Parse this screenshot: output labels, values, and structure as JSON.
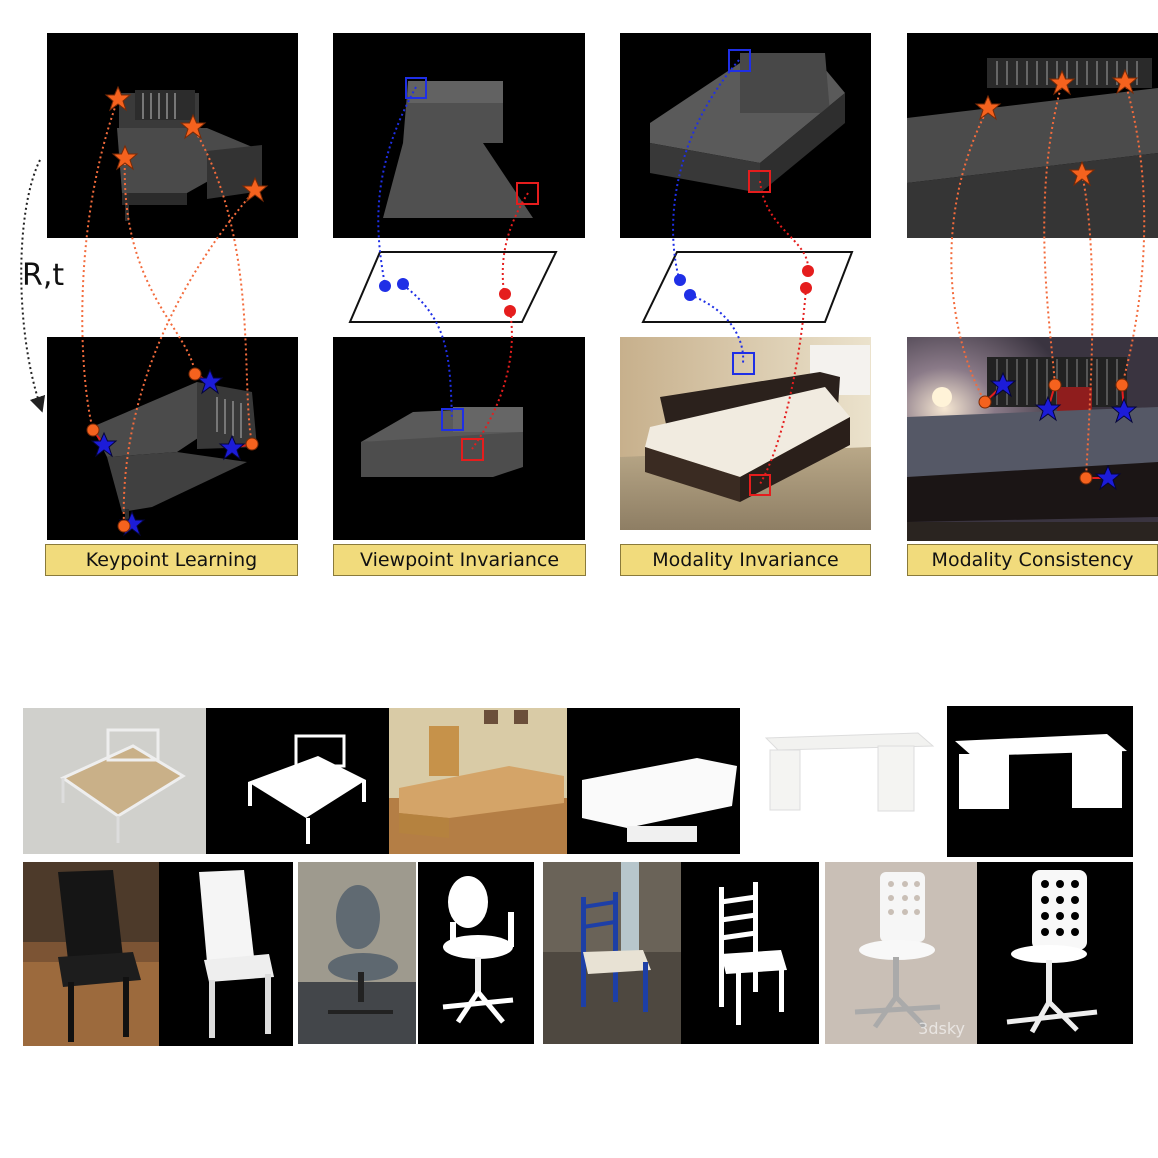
{
  "figure": {
    "transform_label": "R,t",
    "captions": [
      "Keypoint Learning",
      "Viewpoint Invariance",
      "Modality Invariance",
      "Modality Consistency"
    ],
    "watermark": "3dsky"
  },
  "colors": {
    "star_orange": "#f5621e",
    "star_blue": "#1c1cd8",
    "blue_path": "#1f2fe6",
    "red_path": "#e51d1d",
    "caption_bg": "#f1db7c"
  }
}
